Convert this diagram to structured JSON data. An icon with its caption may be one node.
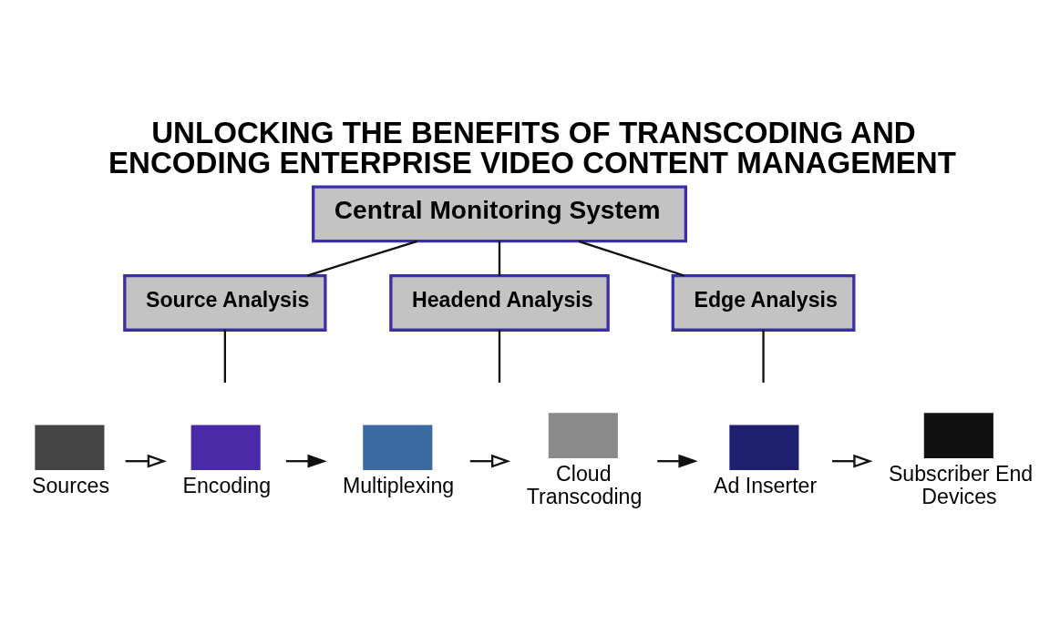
{
  "diagram": {
    "title": "UNLOCKING THE BENEFITS OF TRANSCODING AND ENCODING ENTERPRISE VIDEO CONTENT MANAGEMENT",
    "nodes": [
      {
        "text": [
          "Central Monitoring System"
        ]
      },
      {
        "text": [
          "Source Analysis"
        ]
      },
      {
        "text": [
          "Headend Analysis"
        ]
      },
      {
        "text": [
          "Edge Analysis"
        ]
      },
      {
        "text": [
          "Sources"
        ]
      },
      {
        "text": [
          "Encoding"
        ]
      },
      {
        "text": [
          "Multiplexing"
        ]
      },
      {
        "text": [
          "Cloud Transcoding"
        ]
      },
      {
        "text": [
          "Ad Inserter"
        ]
      },
      {
        "text": [
          "Subscriber End Devices"
        ]
      }
    ],
    "edges": [
      {
        "from": 0,
        "to": 1,
        "arrow": "none"
      },
      {
        "from": 0,
        "to": 2,
        "arrow": "none"
      },
      {
        "from": 0,
        "to": 3,
        "arrow": "none"
      },
      {
        "from": 1,
        "to": null,
        "arrow": "none"
      },
      {
        "from": 2,
        "to": null,
        "arrow": "none"
      },
      {
        "from": 3,
        "to": null,
        "arrow": "none"
      },
      {
        "from": 4,
        "to": 5,
        "arrow": "to"
      },
      {
        "from": 5,
        "to": 6,
        "arrow": "to"
      },
      {
        "from": 6,
        "to": 7,
        "arrow": "to"
      },
      {
        "from": 7,
        "to": 8,
        "arrow": "to"
      },
      {
        "from": 8,
        "to": 9,
        "arrow": "to"
      }
    ]
  }
}
